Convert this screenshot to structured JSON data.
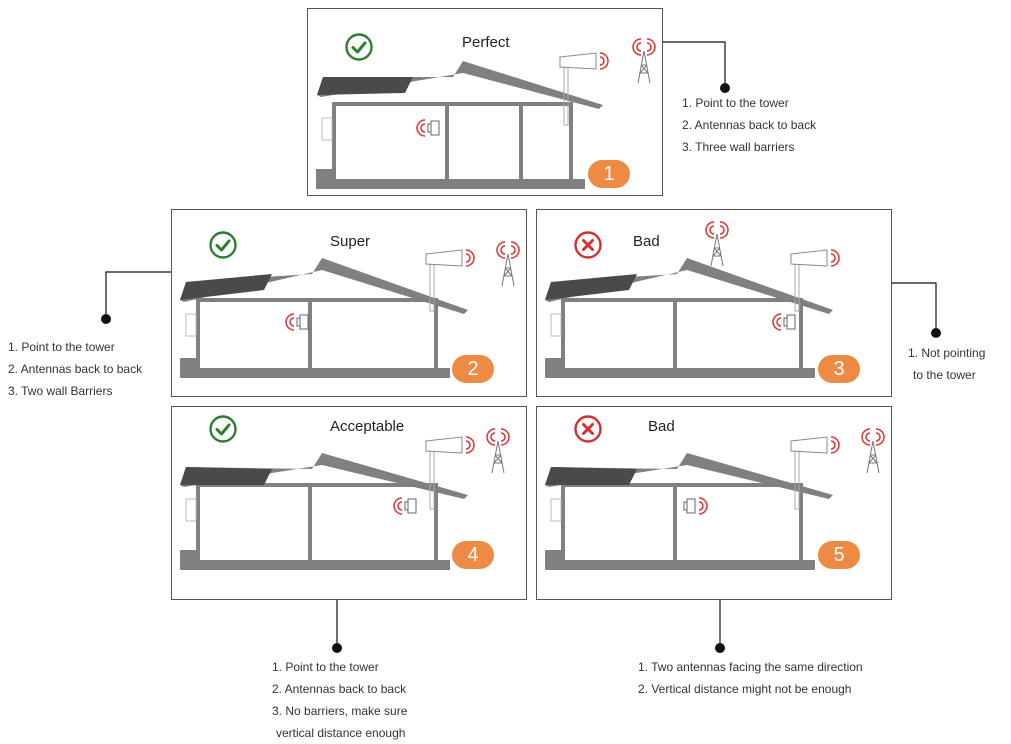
{
  "colors": {
    "accent_orange": "#ef8a45",
    "good_green": "#2e7d32",
    "bad_red": "#d32f2f",
    "signal_red": "#e03030",
    "house_gray": "#808080"
  },
  "panels": [
    {
      "label": "Perfect",
      "number": "1",
      "status": "good",
      "status_icon": "check-icon"
    },
    {
      "label": "Super",
      "number": "2",
      "status": "good",
      "status_icon": "check-icon"
    },
    {
      "label": "Bad",
      "number": "3",
      "status": "bad",
      "status_icon": "cross-icon"
    },
    {
      "label": "Acceptable",
      "number": "4",
      "status": "good",
      "status_icon": "check-icon"
    },
    {
      "label": "Bad",
      "number": "5",
      "status": "bad",
      "status_icon": "cross-icon"
    }
  ],
  "notes": {
    "n1": [
      "1. Point to the tower",
      "2. Antennas back to back",
      "3. Three wall barriers"
    ],
    "n2": [
      "1. Point to the tower",
      "2. Antennas back to back",
      "3. Two wall Barriers"
    ],
    "n3": [
      "1. Not pointing",
      "to the tower"
    ],
    "n4": [
      "1. Point to the tower",
      "2. Antennas back to back",
      "3. No barriers, make sure",
      "vertical distance enough"
    ],
    "n5": [
      "1. Two antennas facing the same direction",
      "2. Vertical distance might not be enough"
    ]
  }
}
